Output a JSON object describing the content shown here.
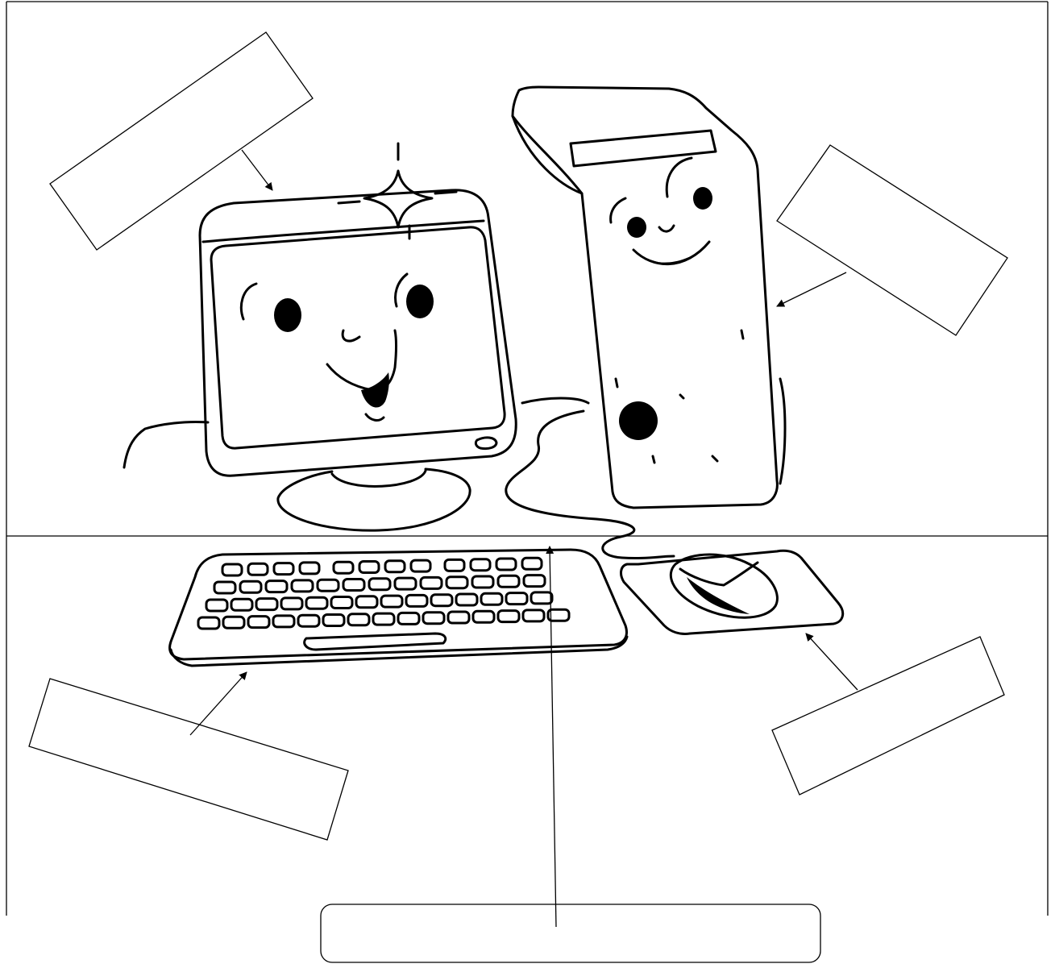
{
  "worksheet": {
    "labels": [
      {
        "id": "monitor",
        "text": ""
      },
      {
        "id": "system_unit",
        "text": ""
      },
      {
        "id": "keyboard",
        "text": ""
      },
      {
        "id": "mouse",
        "text": ""
      },
      {
        "id": "table",
        "text": ""
      }
    ],
    "line_color": "#000000",
    "background": "#ffffff"
  }
}
